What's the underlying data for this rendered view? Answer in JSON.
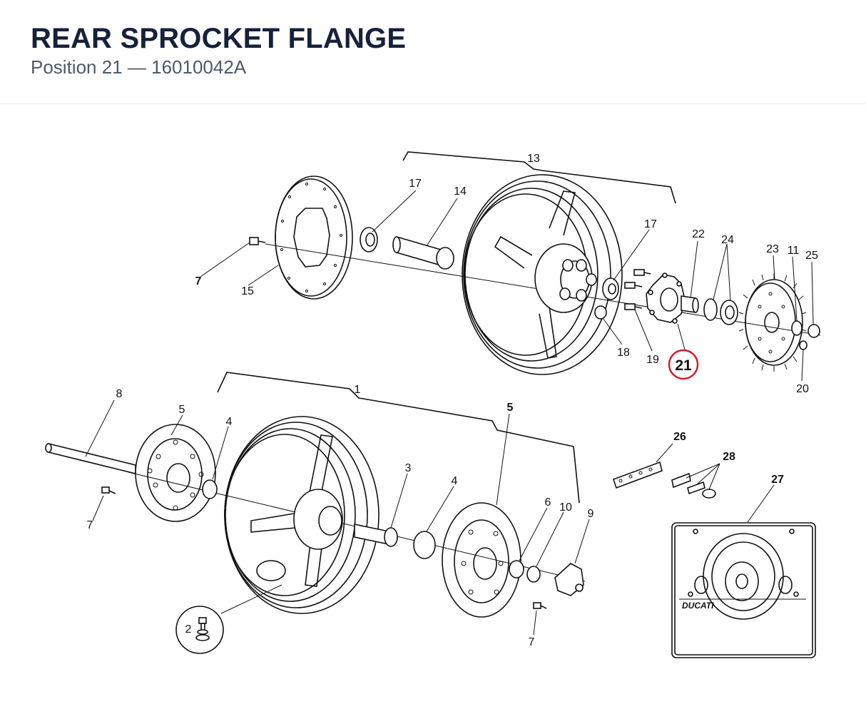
{
  "header": {
    "title": "REAR SPROCKET FLANGE",
    "subtitle_prefix": "Position 21",
    "subtitle_sep": "—",
    "part_number": "16010042A"
  },
  "highlight": {
    "position": "21",
    "color": "#d0202e"
  },
  "callouts": {
    "c13": "13",
    "c17a": "17",
    "c14": "14",
    "c17b": "17",
    "c22": "22",
    "c24": "24",
    "c23": "23",
    "c11": "11",
    "c25": "25",
    "c7a": "7",
    "c15": "15",
    "c18": "18",
    "c19": "19",
    "c20": "20",
    "c8": "8",
    "c1": "1",
    "c5a": "5",
    "c4a": "4",
    "c5b": "5",
    "c3": "3",
    "c4b": "4",
    "c6": "6",
    "c10": "10",
    "c9": "9",
    "c7b": "7",
    "c26": "26",
    "c28": "28",
    "c27": "27",
    "c2": "2",
    "c7c": "7"
  },
  "plate_text": "DUCATI"
}
